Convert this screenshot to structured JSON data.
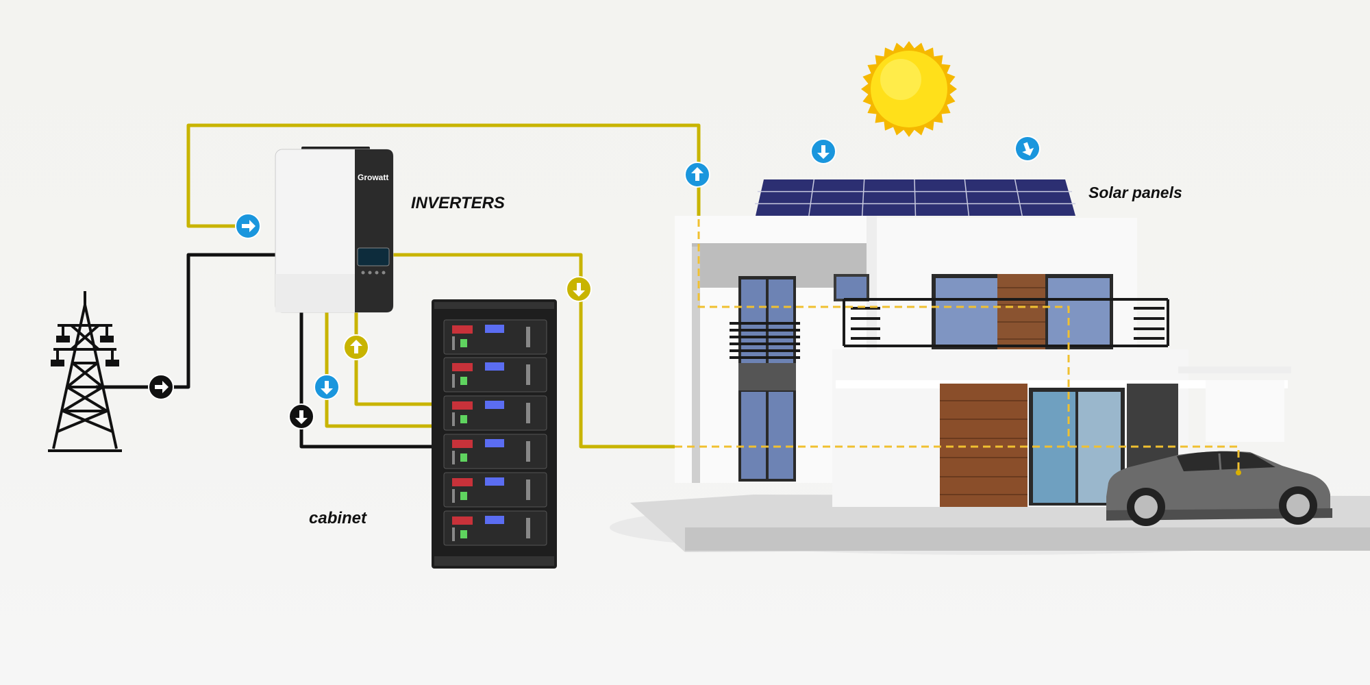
{
  "labels": {
    "inverters": "INVERTERS",
    "cabinet": "cabinet",
    "solar_panels": "Solar panels"
  },
  "inverter_brand": "Growatt",
  "colors": {
    "ac_line": "#111111",
    "dc_line": "#c8b400",
    "flow_arrow": "#1a96dd",
    "house_feed_dashed": "#f0c030",
    "sun": "#ffd21a",
    "panel": "#2a2f6e"
  },
  "icons": [
    "transmission-tower-icon",
    "sun-icon",
    "flow-arrow-icon"
  ]
}
